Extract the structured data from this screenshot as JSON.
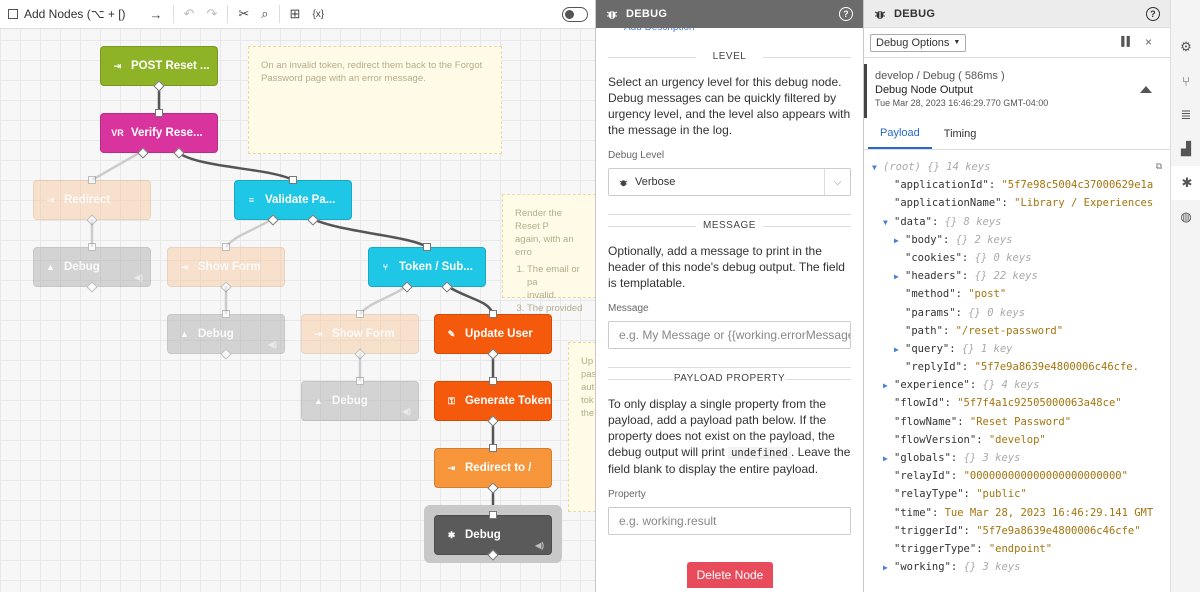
{
  "toolbar": {
    "add_nodes_label": "Add Nodes (⌥ + [)"
  },
  "canvas": {
    "nodes": [
      {
        "id": "post",
        "label": "POST Reset ...",
        "icon": "⇥"
      },
      {
        "id": "verify",
        "label": "Verify Rese...",
        "icon": "VR"
      },
      {
        "id": "redirect1",
        "label": "Redirect",
        "icon": "⇥"
      },
      {
        "id": "validate",
        "label": "Validate Pa...",
        "icon": "≡"
      },
      {
        "id": "debug1",
        "label": "Debug",
        "icon": "▲"
      },
      {
        "id": "showform1",
        "label": "Show Form",
        "icon": "⇥"
      },
      {
        "id": "token",
        "label": "Token / Sub...",
        "icon": "⑂"
      },
      {
        "id": "debug2",
        "label": "Debug",
        "icon": "▲"
      },
      {
        "id": "showform2",
        "label": "Show Form",
        "icon": "⇥"
      },
      {
        "id": "updateuser",
        "label": "Update User",
        "icon": "✎"
      },
      {
        "id": "debug3",
        "label": "Debug",
        "icon": "▲"
      },
      {
        "id": "gentoken",
        "label": "Generate Token",
        "icon": "⚿"
      },
      {
        "id": "redirect2",
        "label": "Redirect to /",
        "icon": "⇥"
      },
      {
        "id": "debug4",
        "label": "Debug",
        "icon": "✱"
      }
    ],
    "notes": {
      "note1": "On an invalid token, redirect them back to the Forgot Password page with an error message.",
      "note2_lines": [
        "Render the Reset P",
        "again, with an erro"
      ],
      "note2_items": [
        "The email or pa",
        "invalid.",
        "The provided er"
      ],
      "note3_lines": [
        "Up",
        "pas",
        "aut",
        "tok",
        "the"
      ]
    }
  },
  "config_panel": {
    "title": "DEBUG",
    "add_description": "Add Description",
    "level_title": "LEVEL",
    "level_desc": "Select an urgency level for this debug node. Debug messages can be quickly filtered by urgency level, and the level also appears with the message in the log.",
    "debug_level_label": "Debug Level",
    "debug_level_value": "Verbose",
    "message_title": "MESSAGE",
    "message_desc": "Optionally, add a message to print in the header of this node's debug output. The field is templatable.",
    "message_label": "Message",
    "message_placeholder": "e.g. My Message or {{working.errorMessage",
    "payload_title": "PAYLOAD PROPERTY",
    "payload_desc_1": "To only display a single property from the payload, add a payload path below. If the property does not exist on the payload, the debug output will print",
    "payload_desc_code": "undefined",
    "payload_desc_2": ". Leave the field blank to display the entire payload.",
    "property_label": "Property",
    "property_placeholder": "e.g. working.result",
    "delete_label": "Delete Node"
  },
  "output_panel": {
    "title": "DEBUG",
    "options_label": "Debug Options",
    "msg_path": "develop / Debug ( 586ms )",
    "msg_title": "Debug Node Output",
    "msg_time": "Tue Mar 28, 2023 16:46:29.770 GMT-04:00",
    "tabs": [
      "Payload",
      "Timing"
    ],
    "tree": [
      {
        "ind": 0,
        "tw": "▼",
        "k": "(root)",
        "m": "{} 14 keys",
        "root": true
      },
      {
        "ind": 1,
        "k": "\"applicationId\"",
        "v": "\"5f7e98c5004c37000629e1a"
      },
      {
        "ind": 1,
        "k": "\"applicationName\"",
        "v": "\"Library / Experiences"
      },
      {
        "ind": 1,
        "tw": "▼",
        "k": "\"data\"",
        "m": "{} 8 keys"
      },
      {
        "ind": 2,
        "tw": "▶",
        "k": "\"body\"",
        "m": "{} 2 keys"
      },
      {
        "ind": 2,
        "k": "\"cookies\"",
        "m": "{} 0 keys"
      },
      {
        "ind": 2,
        "tw": "▶",
        "k": "\"headers\"",
        "m": "{} 22 keys"
      },
      {
        "ind": 2,
        "k": "\"method\"",
        "v": "\"post\""
      },
      {
        "ind": 2,
        "k": "\"params\"",
        "m": "{} 0 keys"
      },
      {
        "ind": 2,
        "k": "\"path\"",
        "v": "\"/reset-password\""
      },
      {
        "ind": 2,
        "tw": "▶",
        "k": "\"query\"",
        "m": "{} 1 key"
      },
      {
        "ind": 2,
        "k": "\"replyId\"",
        "v": "\"5f7e9a8639e4800006c46cfe."
      },
      {
        "ind": 1,
        "tw": "▶",
        "k": "\"experience\"",
        "m": "{} 4 keys"
      },
      {
        "ind": 1,
        "k": "\"flowId\"",
        "v": "\"5f7f4a1c92505000063a48ce\""
      },
      {
        "ind": 1,
        "k": "\"flowName\"",
        "v": "\"Reset Password\""
      },
      {
        "ind": 1,
        "k": "\"flowVersion\"",
        "v": "\"develop\""
      },
      {
        "ind": 1,
        "tw": "▶",
        "k": "\"globals\"",
        "m": "{} 3 keys"
      },
      {
        "ind": 1,
        "k": "\"relayId\"",
        "v": "\"000000000000000000000000\""
      },
      {
        "ind": 1,
        "k": "\"relayType\"",
        "v": "\"public\""
      },
      {
        "ind": 1,
        "k": "\"time\"",
        "v": "Tue Mar 28, 2023 16:46:29.141 GMT"
      },
      {
        "ind": 1,
        "k": "\"triggerId\"",
        "v": "\"5f7e9a8639e4800006c46cfe\""
      },
      {
        "ind": 1,
        "k": "\"triggerType\"",
        "v": "\"endpoint\""
      },
      {
        "ind": 1,
        "tw": "▶",
        "k": "\"working\"",
        "m": "{} 3 keys"
      }
    ]
  },
  "colors": {
    "accent_blue": "#2769c8",
    "delete_red": "#e84c5c",
    "node_green": "#8fb327",
    "node_pink": "#d9349e",
    "node_cyan": "#1ec7e6",
    "node_orange": "#f55a0c"
  },
  "rail_icons": [
    "gear-icon",
    "branch-icon",
    "database-icon",
    "chart-icon",
    "bug-icon",
    "globe-icon"
  ]
}
